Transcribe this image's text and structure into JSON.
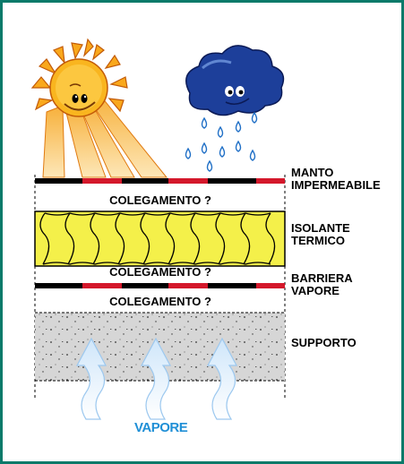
{
  "labels": {
    "manto_line1": "MANTO",
    "manto_line2": "IMPERMEABILE",
    "isolante_line1": "ISOLANTE",
    "isolante_line2": "TERMICO",
    "barriera_line1": "BARRIERA",
    "barriera_line2": "VAPORE",
    "supporto": "SUPPORTO"
  },
  "collegamento": [
    "COLEGAMENTO ?",
    "COLEGAMENTO ?",
    "COLEGAMENTO ?"
  ],
  "vapore": "VAPORE",
  "colors": {
    "border": "#0a7a6a",
    "membrane_red": "#d4182b",
    "membrane_black": "#000000",
    "insulation_yellow": "#f4f04a",
    "support_gray": "#d6d6d6",
    "vapor_blue": "#1f8fd6",
    "sun_orange": "#f39a1a",
    "cloud_blue": "#1a3a8f"
  },
  "icons": [
    "sun-icon",
    "cloud-icon",
    "raindrop-icon",
    "vapor-arrow-icon"
  ]
}
